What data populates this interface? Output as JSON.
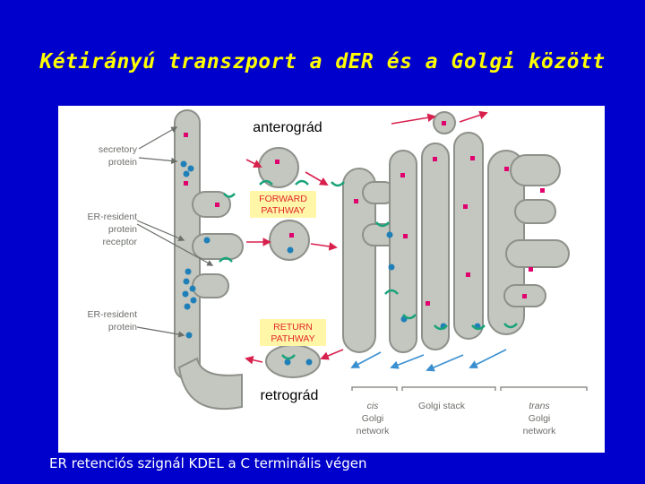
{
  "title": "Kétirányú transzport a dER és a Golgi között",
  "caption": "ER retenciós szignál KDEL a C terminális végen",
  "labels": {
    "secretory": [
      "secretory",
      "protein"
    ],
    "receptor": [
      "ER-resident",
      "protein",
      "receptor"
    ],
    "resident": [
      "ER-resident",
      "protein"
    ],
    "forward": [
      "FORWARD",
      "PATHWAY"
    ],
    "return": [
      "RETURN",
      "PATHWAY"
    ],
    "anterograd": "anterográd",
    "retrograd": "retrográd",
    "cis": [
      "cis",
      "Golgi",
      "network"
    ],
    "stack": "Golgi stack",
    "trans": [
      "trans",
      "Golgi",
      "network"
    ]
  },
  "colors": {
    "background": "#0000cc",
    "title": "#ffff00",
    "membrane_fill": "#c3c7bf",
    "membrane_stroke": "#8d918a",
    "cargo": "#e0006e",
    "receptor": "#1aa37a",
    "resident_protein": "#1f7fb8",
    "pathway_box": "#fff6a8",
    "pathway_text": "#e02828",
    "arrow": "#d8204d",
    "return_arrow": "#3a8fd0"
  }
}
